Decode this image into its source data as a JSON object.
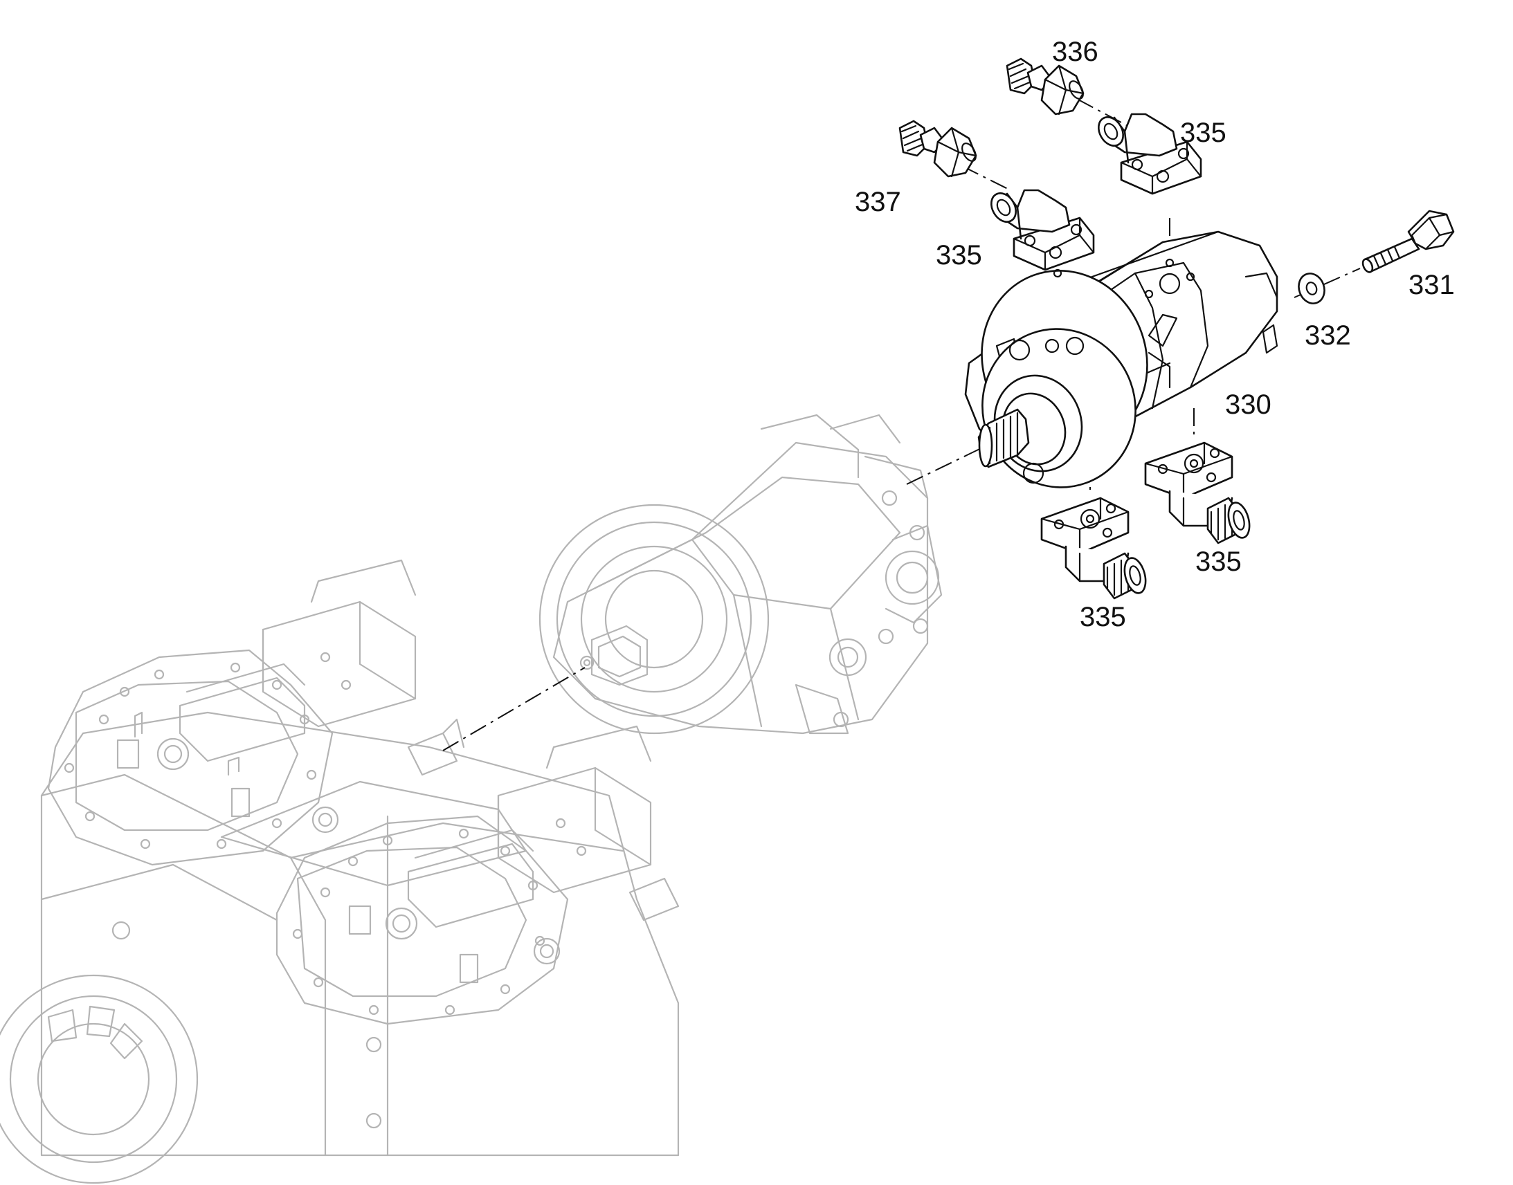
{
  "callouts": {
    "c336": "336",
    "c335_top_right": "335",
    "c337": "337",
    "c335_top_left": "335",
    "c331": "331",
    "c332": "332",
    "c330": "330",
    "c335_bottom_right": "335",
    "c335_bottom_left": "335"
  },
  "colors": {
    "line": "#111111",
    "ghost": "#b4b4b4",
    "background": "#ffffff"
  }
}
